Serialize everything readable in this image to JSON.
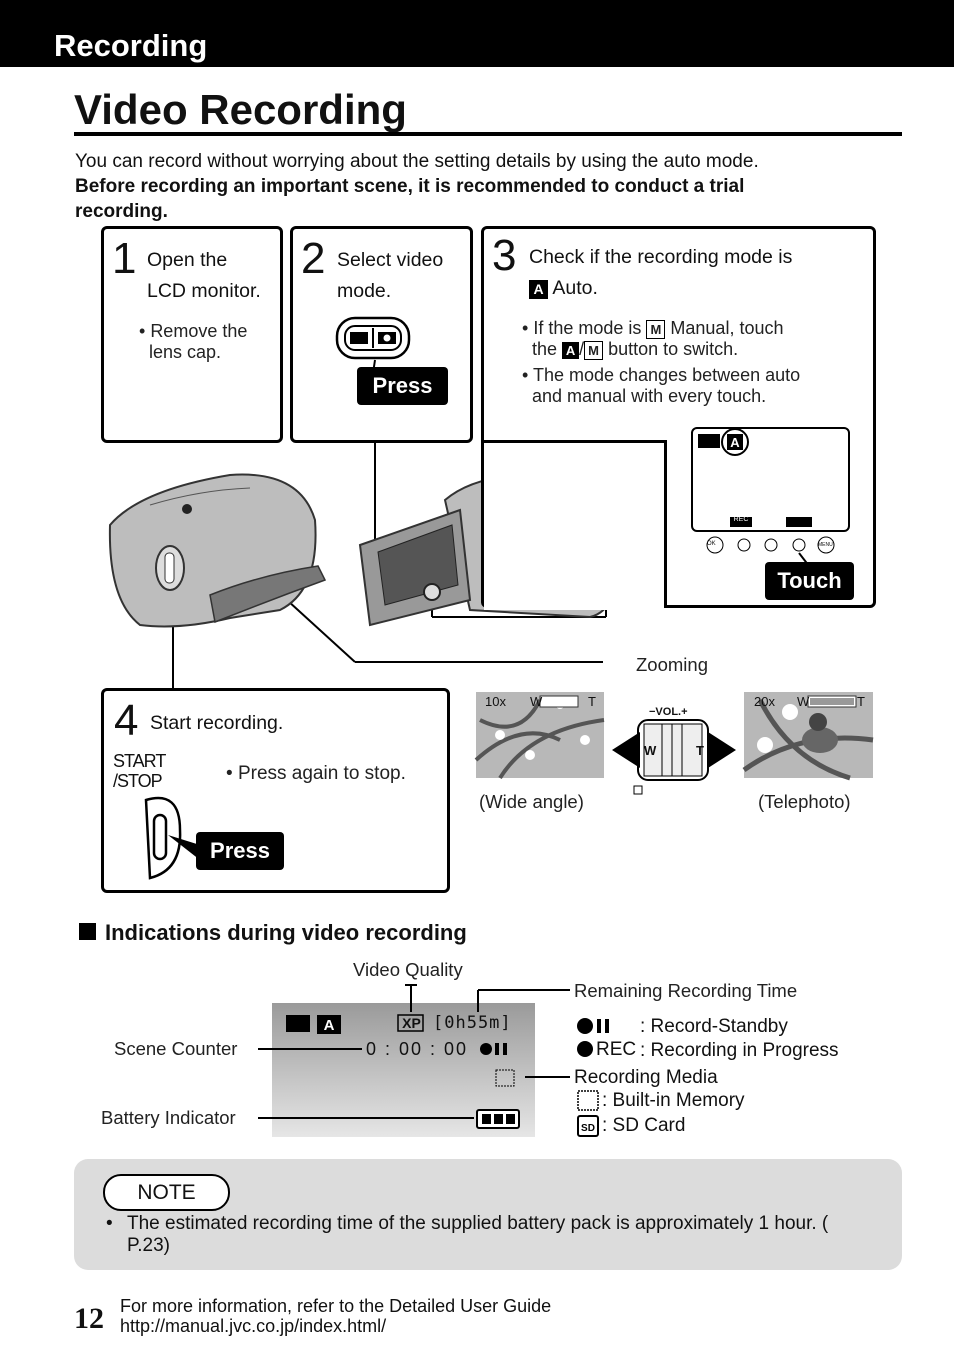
{
  "header": {
    "section": "Recording",
    "title": "Video Recording"
  },
  "intro": {
    "line1": "You can record without worrying about the setting details by using the auto mode.",
    "line2": "Before recording an important scene, it is recommended to conduct a trial recording."
  },
  "steps": [
    {
      "num": "1",
      "text1": "Open the",
      "text2": "LCD monitor.",
      "note1": "Remove the",
      "note2": "lens cap."
    },
    {
      "num": "2",
      "text1": "Select video",
      "text2": "mode.",
      "press": "Press"
    },
    {
      "num": "3",
      "text1": "Check if the recording mode is",
      "text2": "Auto.",
      "note1a": "If the mode is",
      "note1b": "Manual, touch",
      "note1c": "the",
      "note1d": "button to switch.",
      "note2a": "The mode changes between auto",
      "note2b": "and manual with every  touch.",
      "touch": "Touch",
      "lcd_rec": "REC",
      "lcd_ok": "OK",
      "lcd_menu": "MENU"
    },
    {
      "num": "4",
      "text": "Start recording.",
      "btn1": "START",
      "btn2": "/STOP",
      "note": "Press again to stop.",
      "press": "Press"
    }
  ],
  "zoom": {
    "label": "Zooming",
    "wide": "(Wide angle)",
    "tele": "(Telephoto)",
    "wide_zoom": "10x",
    "tele_zoom": "20x",
    "w": "W",
    "t": "T",
    "vol": "−VOL.+"
  },
  "indications": {
    "heading": "Indications during video recording",
    "video_quality": "Video Quality",
    "remaining": "Remaining Recording Time",
    "scene_counter": "Scene Counter",
    "battery": "Battery Indicator",
    "screen_quality": "XP",
    "screen_time": "[0h55m]",
    "screen_counter": "0 : 00 : 00",
    "standby": ": Record-Standby",
    "rec_label": "REC",
    "in_progress": ": Recording in Progress",
    "media": "Recording Media",
    "builtin": ": Built-in Memory",
    "sd": ": SD Card"
  },
  "note": {
    "label": "NOTE",
    "text": "The estimated recording time of the supplied battery pack is approximately 1 hour. (  P.23)"
  },
  "footer": {
    "page": "12",
    "line1": "For more information, refer to the Detailed User Guide",
    "line2": "http://manual.jvc.co.jp/index.html/"
  }
}
